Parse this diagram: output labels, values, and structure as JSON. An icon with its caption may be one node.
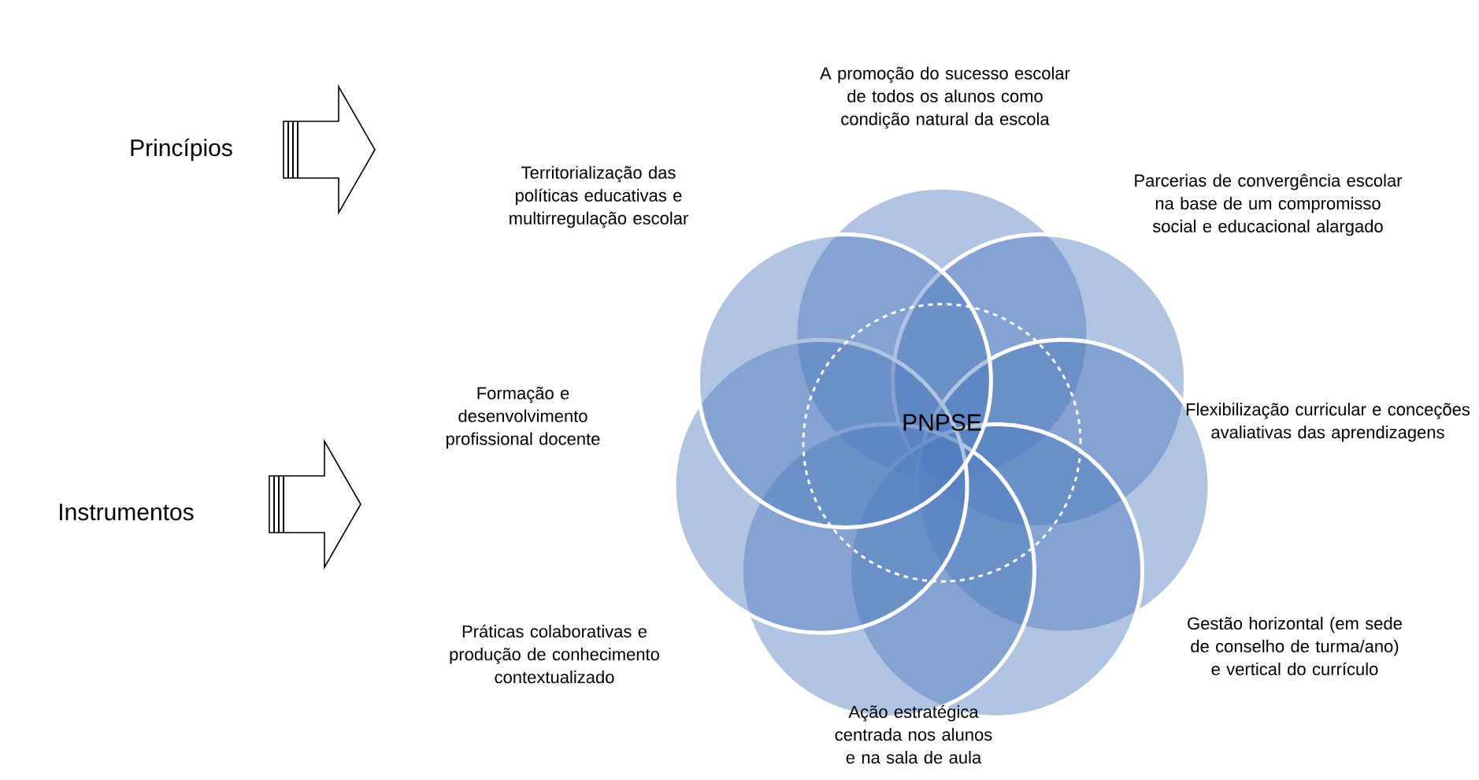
{
  "diagram": {
    "nodes": [
      {
        "text": [
          "PNPSE"
        ]
      }
    ],
    "labels": [
      "A promoção do sucesso escolar de todos os alunos como condição natural da escola",
      "Princípios",
      "Territorialização das políticas educativas e multirregulação escolar",
      "Parcerias de convergência escolar na base de um compromisso social e educacional alargado",
      "Formação e desenvolvimento profissional docente",
      "Flexibilização curricular e conceções avaliativas das aprendizagens",
      "Instrumentos",
      "Práticas colaborativas e produção de conhecimento contextualizado",
      "Gestão horizontal (em sede de conselho de turma/ano) e vertical do currículo",
      "Ação estratégica centrada nos alunos e na sala de aula"
    ]
  }
}
